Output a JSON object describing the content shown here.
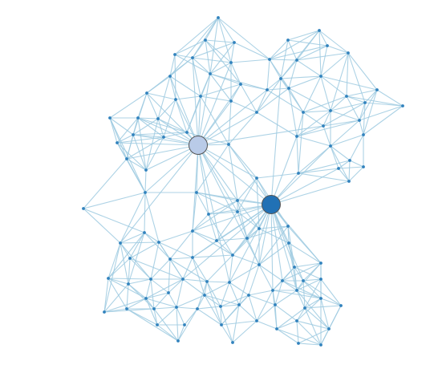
{
  "diagram": {
    "type": "network-graph",
    "background": "#ffffff",
    "edge_color": "#9ecae1",
    "node_color": "#3182bd",
    "hub_colors": {
      "light": "#b9cbe8",
      "dark": "#2171b5",
      "outline": "#555555"
    },
    "hubs": [
      {
        "name": "hub-light",
        "style": "light"
      },
      {
        "name": "hub-dark",
        "style": "dark"
      }
    ],
    "node_count": 110
  }
}
